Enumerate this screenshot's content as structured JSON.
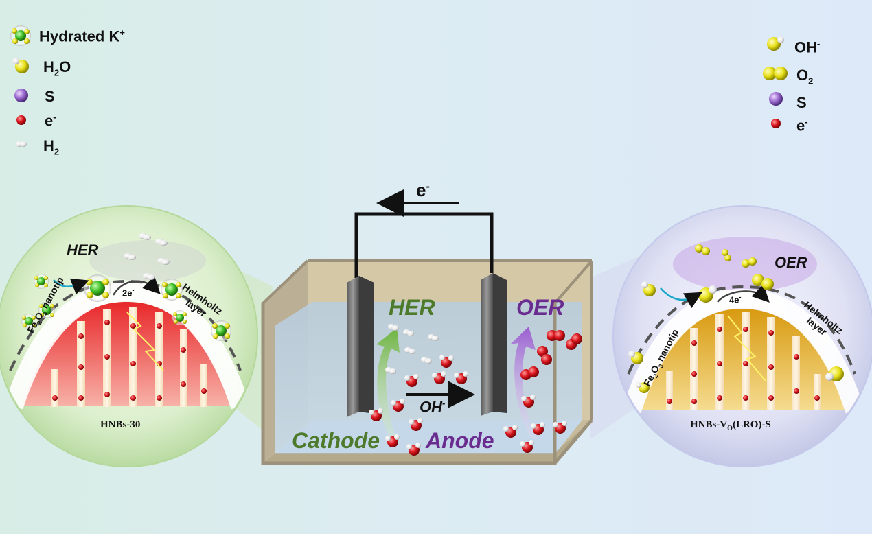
{
  "legend_left": [
    {
      "icon": "hydrated-k-icon",
      "label": "Hydrated K",
      "sup": "+",
      "sub": ""
    },
    {
      "icon": "water-molecule-icon",
      "label": "H",
      "sub": "2",
      "tail": "O",
      "sup": ""
    },
    {
      "icon": "sulfur-atom-icon",
      "label": "S",
      "sub": "",
      "sup": ""
    },
    {
      "icon": "electron-icon",
      "label": "e",
      "sup": "-",
      "sub": ""
    },
    {
      "icon": "hydrogen-molecule-icon",
      "label": "H",
      "sub": "2",
      "sup": ""
    }
  ],
  "legend_right": [
    {
      "icon": "hydroxide-icon",
      "label": "OH",
      "sup": "-"
    },
    {
      "icon": "oxygen-molecule-icon",
      "label": "O",
      "sub": "2"
    },
    {
      "icon": "sulfur-atom-icon",
      "label": "S"
    },
    {
      "icon": "electron-icon",
      "label": "e",
      "sup": "-"
    }
  ],
  "circuit": {
    "electron_label": "e",
    "electron_sup": "-"
  },
  "cell": {
    "her": "HER",
    "oer": "OER",
    "cathode": "Cathode",
    "anode": "Anode",
    "ion": "OH",
    "ion_sup": "-"
  },
  "left_panel": {
    "reaction": "HER",
    "electrons": "2e",
    "electrons_sup": "-",
    "tip_label": "Fe",
    "tip_sub1": "2",
    "tip_mid": "O",
    "tip_sub2": "3",
    "tip_tail": " nanotip",
    "layer_line1": "Helmholtz",
    "layer_line2": "layer",
    "caption": "HNBs-30"
  },
  "right_panel": {
    "reaction": "OER",
    "electrons": "4e",
    "electrons_sup": "-",
    "tip_label": "Fe",
    "tip_sub1": "2",
    "tip_mid": "O",
    "tip_sub2": "3",
    "tip_tail": " nanotip",
    "layer_line1": "Helmholtz",
    "layer_line2": "layer",
    "caption_main": "HNBs-V",
    "caption_sub": "O",
    "caption_tail": "(LRO)-S"
  },
  "colors": {
    "her_green": "#4e7a2b",
    "oer_purple": "#6a2c8f",
    "electron_red": "#d8141c",
    "k_green": "#3fbf2a",
    "oh_yellow": "#e8e21a",
    "sulfur_purple": "#9c6ad0"
  }
}
